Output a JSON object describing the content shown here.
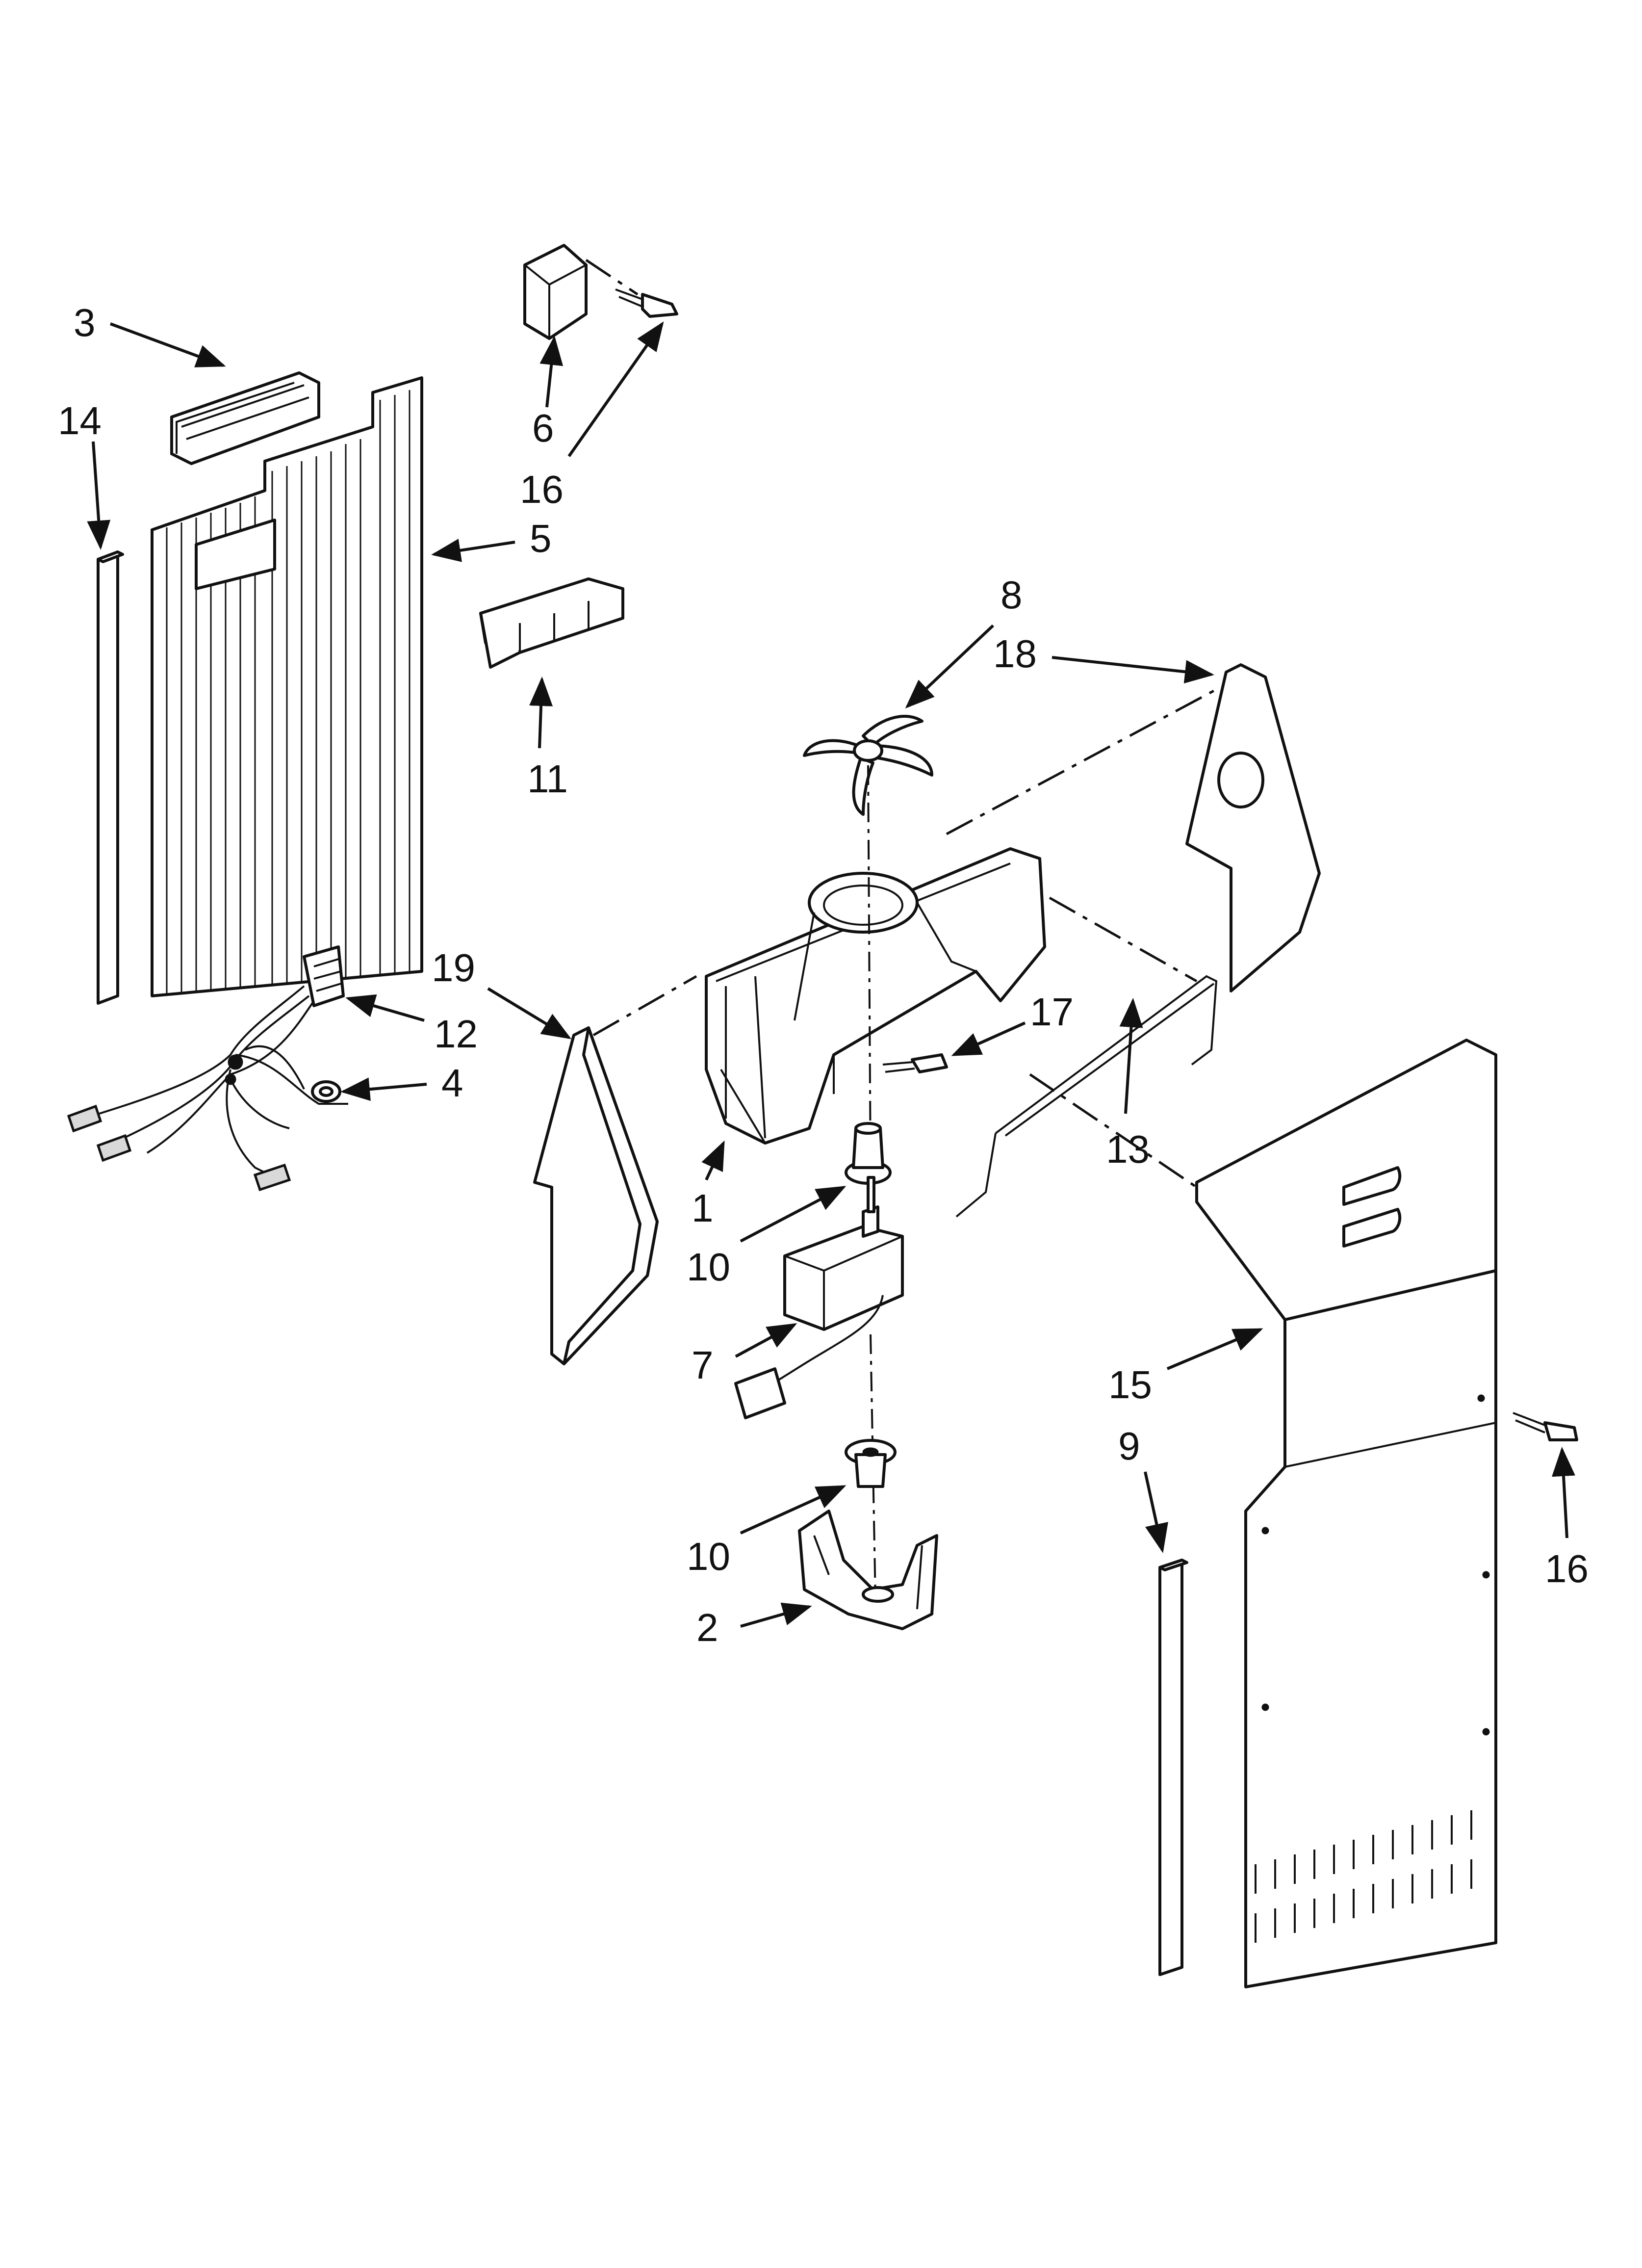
{
  "callouts": {
    "c1": "1",
    "c2": "2",
    "c3": "3",
    "c4": "4",
    "c5": "5",
    "c6": "6",
    "c7": "7",
    "c8": "8",
    "c9": "9",
    "c10a": "10",
    "c10b": "10",
    "c11": "11",
    "c12": "12",
    "c13": "13",
    "c14": "14",
    "c15": "15",
    "c16a": "16",
    "c16b": "16",
    "c17": "17",
    "c18": "18",
    "c19": "19"
  }
}
